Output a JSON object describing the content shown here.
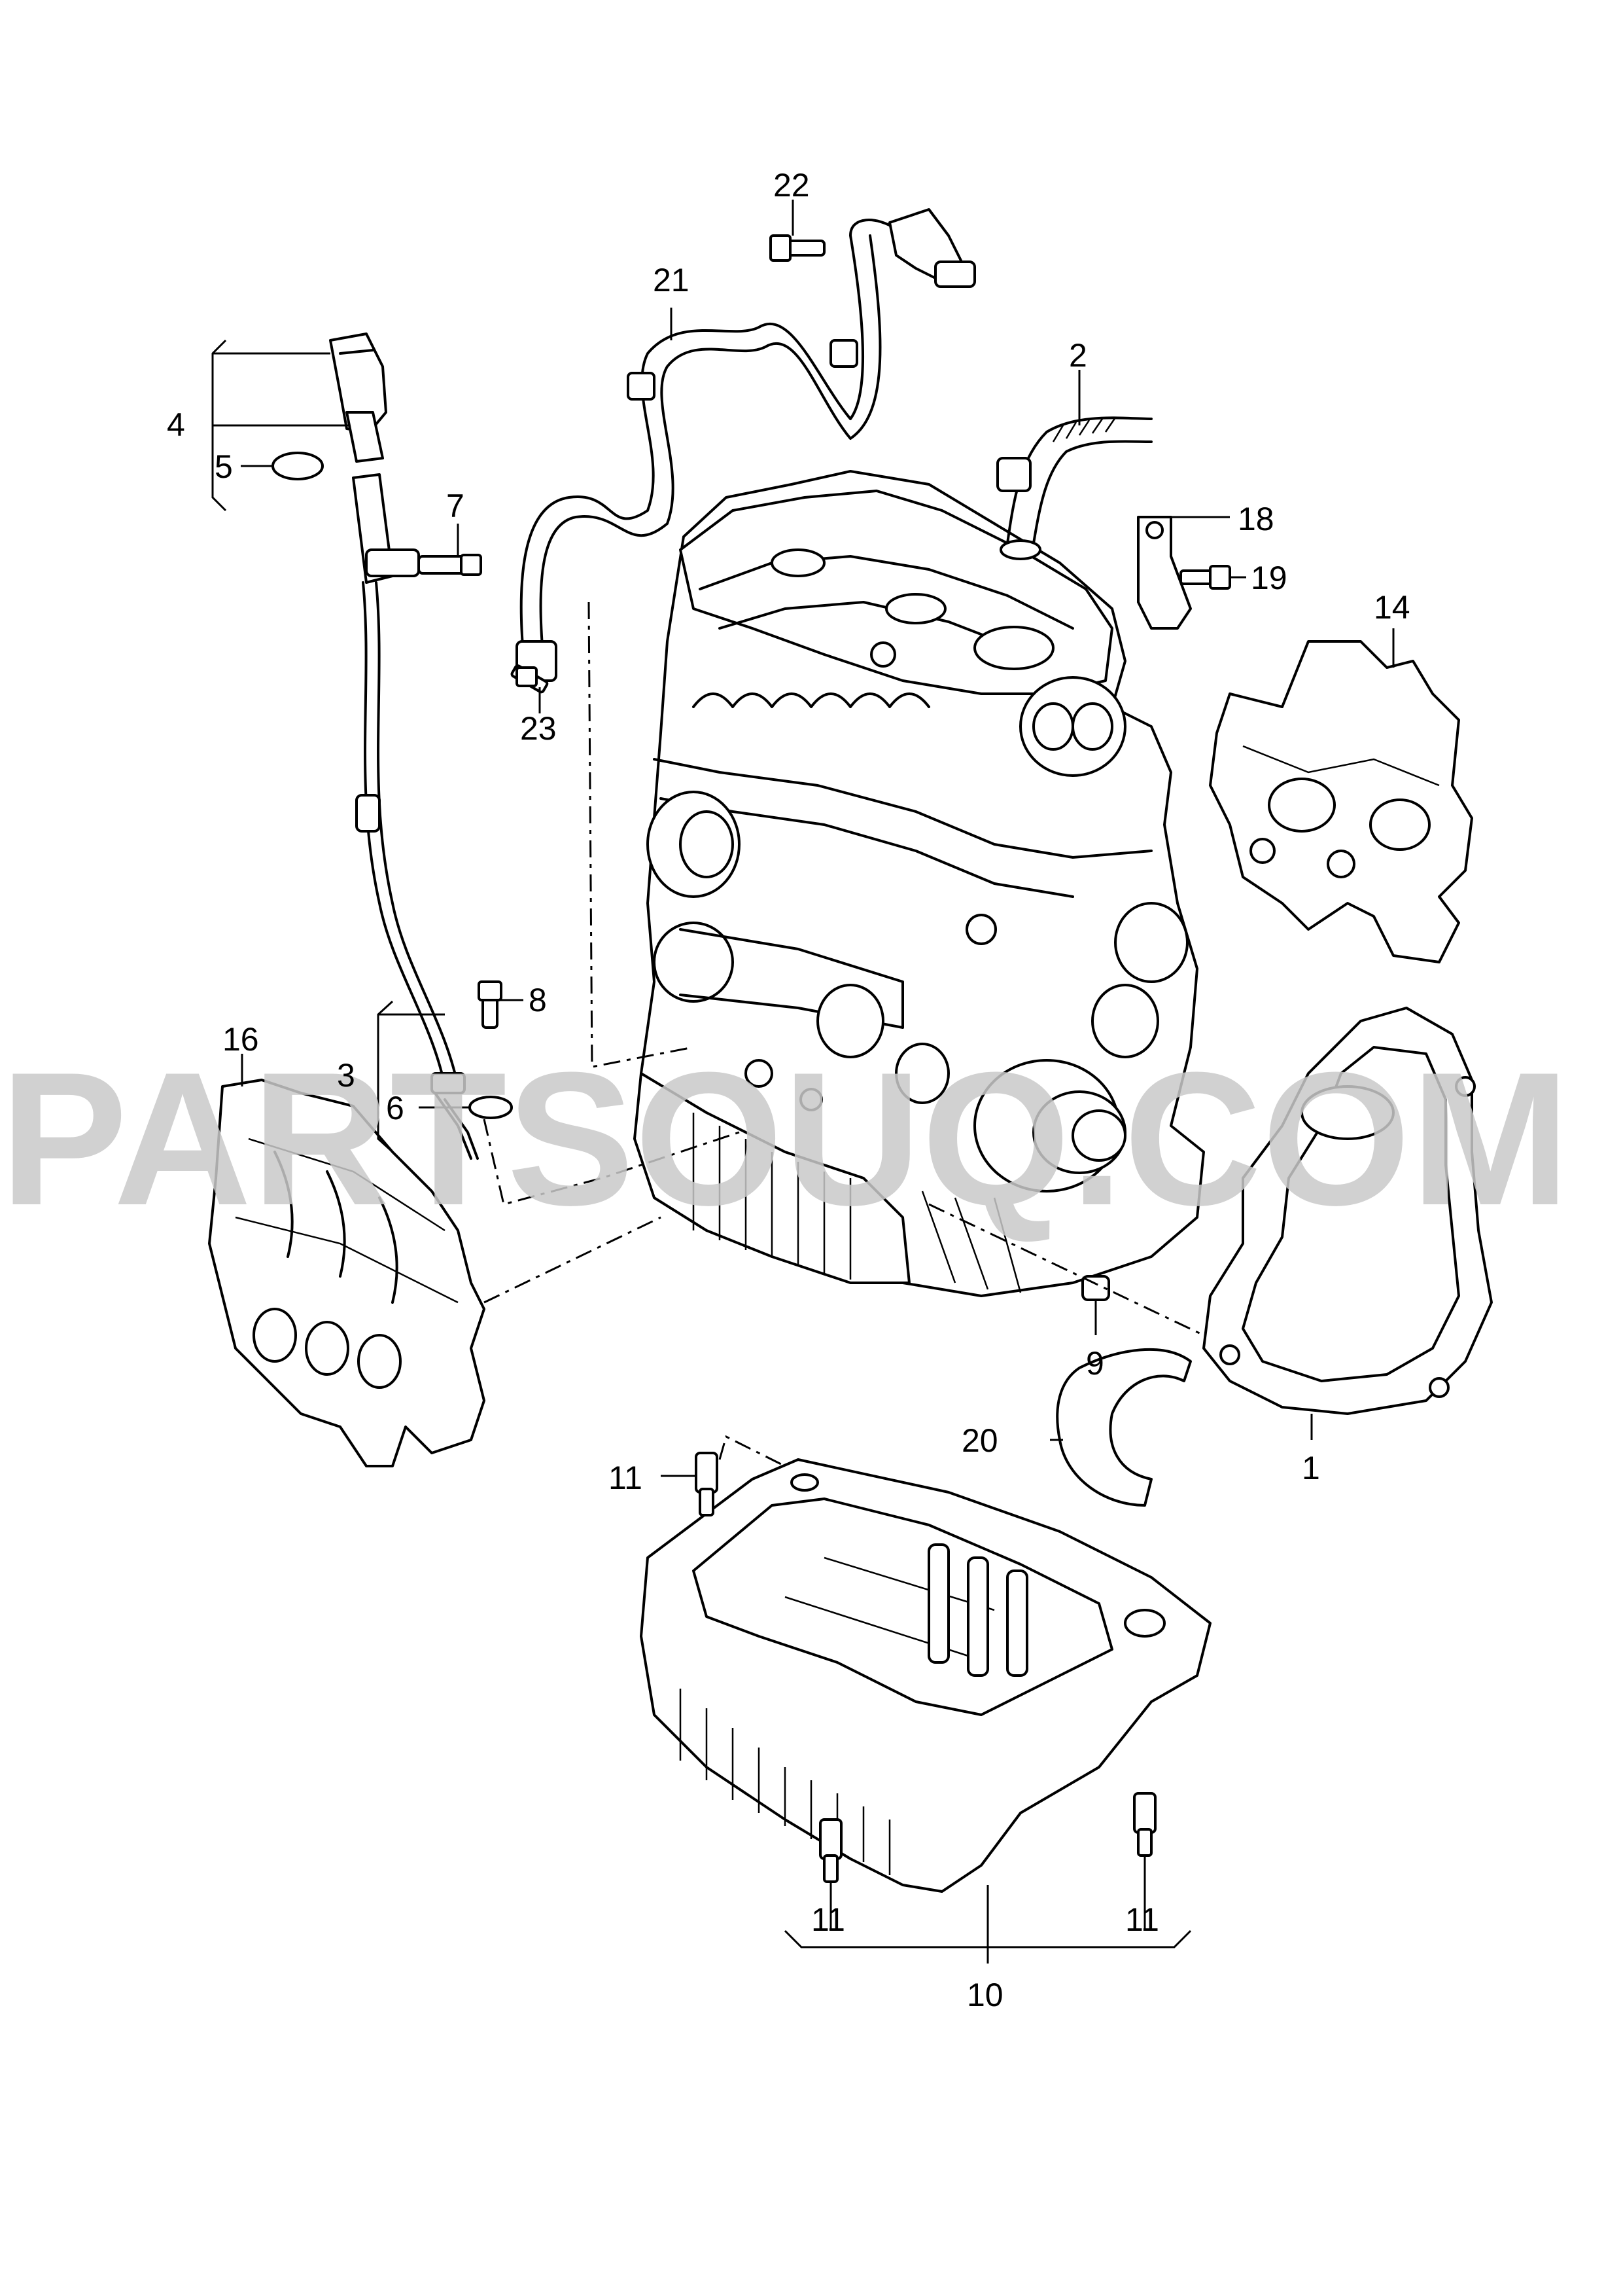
{
  "watermark": "PARTSOUQ.COM",
  "labels": {
    "p1": "1",
    "p2": "2",
    "p3": "3",
    "p4": "4",
    "p5": "5",
    "p6": "6",
    "p7": "7",
    "p8": "8",
    "p9": "9",
    "p10": "10",
    "p11a": "11",
    "p11b": "11",
    "p11c": "11",
    "p14": "14",
    "p16": "16",
    "p18": "18",
    "p19": "19",
    "p20": "20",
    "p21": "21",
    "p22": "22",
    "p23": "23"
  }
}
